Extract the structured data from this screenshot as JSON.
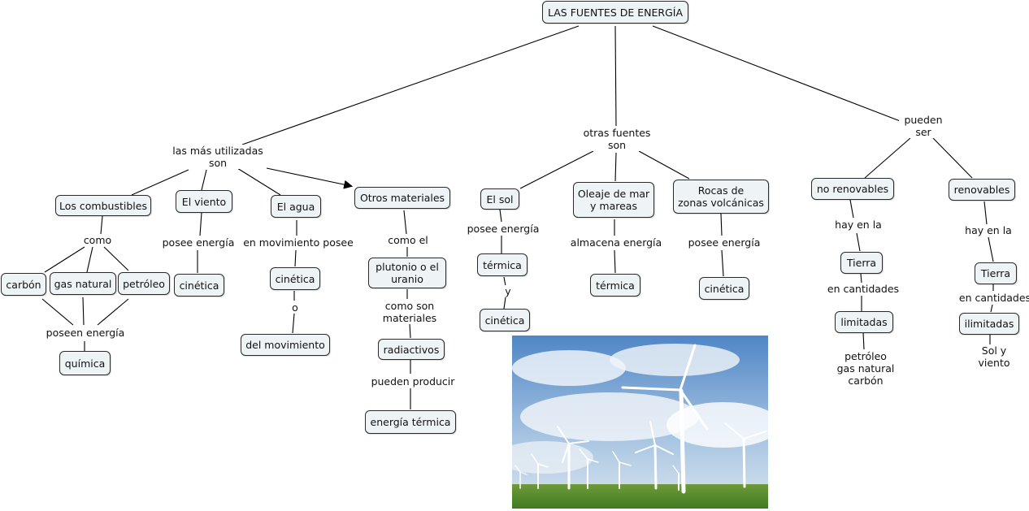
{
  "title": "LAS FUENTES DE ENERGÍA",
  "branches": {
    "mas_utilizadas": "las más utilizadas\nson",
    "otras_fuentes": "otras fuentes\nson",
    "pueden_ser": "pueden\nser"
  },
  "combustibles": {
    "node": "Los combustibles",
    "como": "como",
    "carbon": "carbón",
    "gas_natural": "gas natural",
    "petroleo": "petróleo",
    "poseen_energia": "poseen energía",
    "quimica": "química"
  },
  "viento": {
    "node": "El viento",
    "posee": "posee energía",
    "cinetica": "cinética"
  },
  "agua": {
    "node": "El agua",
    "movimiento_posee": "en movimiento posee",
    "cinetica": "cinética",
    "o": "o",
    "del_movimiento": "del movimiento"
  },
  "otros_materiales": {
    "node": "Otros materiales",
    "como_el": "como el",
    "plutonio": "plutonio o el\nuranio",
    "como_son": "como son\nmateriales",
    "radiactivos": "radiactivos",
    "pueden_producir": "pueden producir",
    "energia_termica": "energía térmica"
  },
  "sol": {
    "node": "El sol",
    "posee": "posee energía",
    "termica": "térmica",
    "y": "y",
    "cinetica": "cinética"
  },
  "oleaje": {
    "node": "Oleaje de mar\ny mareas",
    "almacena": "almacena energía",
    "termica": "térmica"
  },
  "rocas": {
    "node": "Rocas de\nzonas volcánicas",
    "posee": "posee energía",
    "cinetica": "cinética"
  },
  "no_renovables": {
    "node": "no renovables",
    "hay_en_la": "hay en la",
    "tierra": "Tierra",
    "en_cantidades": "en cantidades",
    "limitadas": "limitadas",
    "ejemplos": "petróleo\ngas natural\ncarbón"
  },
  "renovables": {
    "node": "renovables",
    "hay_en_la": "hay en la",
    "tierra": "Tierra",
    "en_cantidades": "en cantidades",
    "ilimitadas": "ilimitadas",
    "ejemplos": "Sol y\nviento"
  },
  "image": {
    "description_icon": "wind-turbines-photo"
  }
}
